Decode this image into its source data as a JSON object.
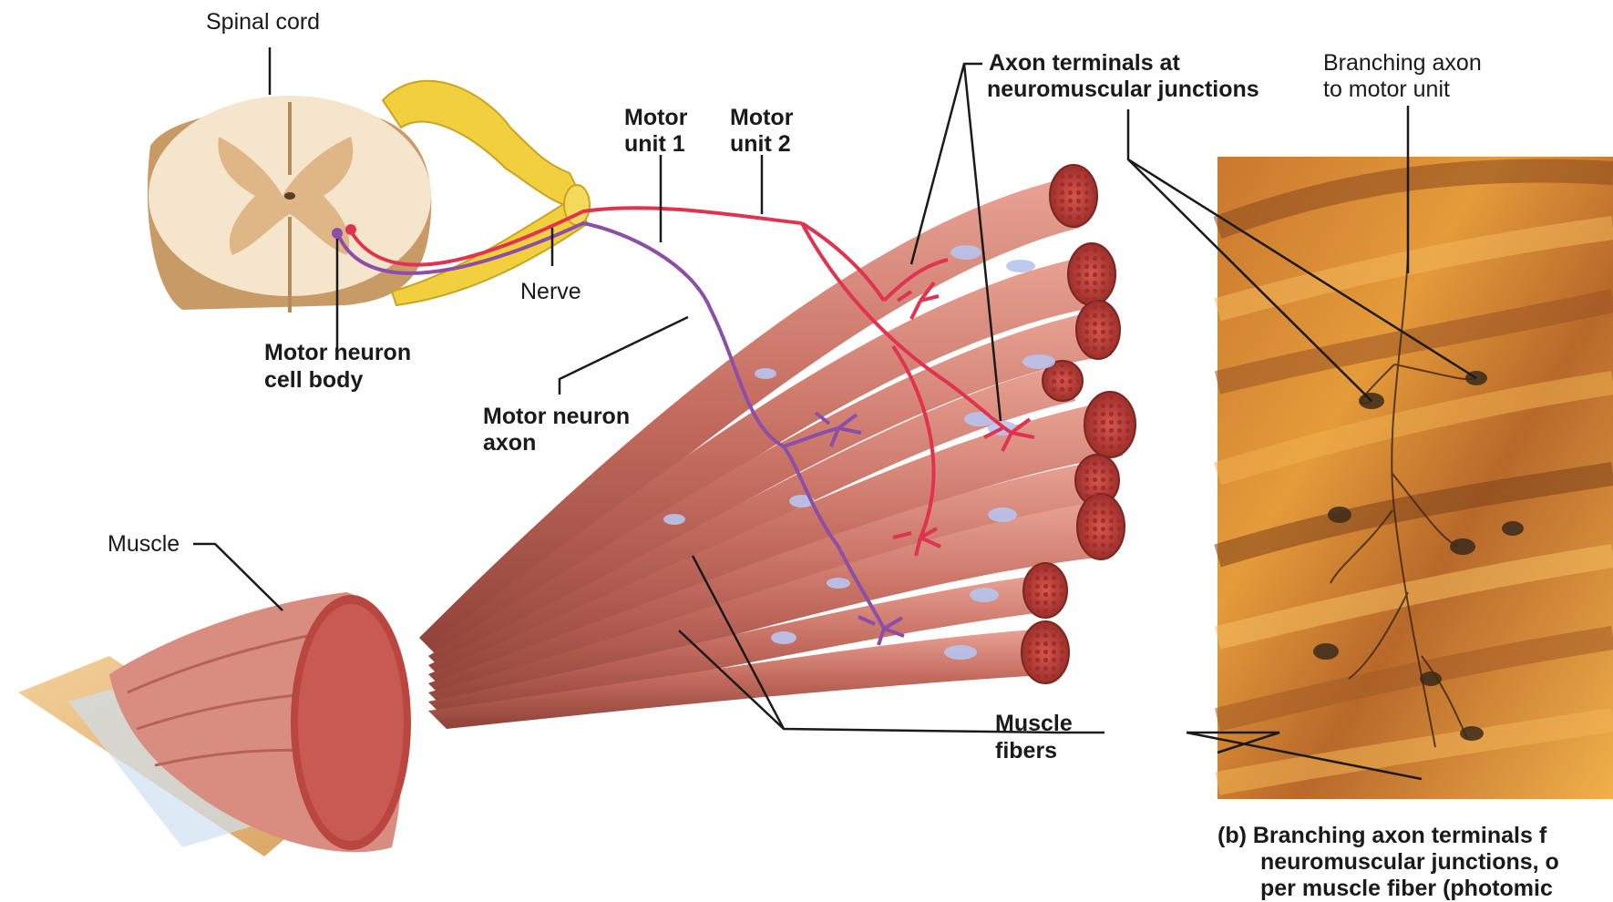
{
  "labels": {
    "spinal_cord": "Spinal cord",
    "nerve": "Nerve",
    "motor_neuron_cell_body_1": "Motor neuron",
    "motor_neuron_cell_body_2": "cell body",
    "motor_unit_1_a": "Motor",
    "motor_unit_1_b": "unit 1",
    "motor_unit_2_a": "Motor",
    "motor_unit_2_b": "unit 2",
    "axon_terminals_1": "Axon terminals at",
    "axon_terminals_2": "neuromuscular junctions",
    "branching_axon_1": "Branching axon",
    "branching_axon_2": "to motor unit",
    "motor_neuron_axon_1": "Motor neuron",
    "motor_neuron_axon_2": "axon",
    "muscle": "Muscle",
    "muscle_fibers_1": "Muscle",
    "muscle_fibers_2": "fibers"
  },
  "caption": {
    "line1": "(b) Branching axon terminals f",
    "line2": "neuromuscular junctions, o",
    "line3": "per muscle fiber (photomic"
  },
  "colors": {
    "motor_unit_1": "#8b4fa8",
    "motor_unit_2": "#e0334f",
    "nerve": "#e8c43a",
    "muscle_fiber": "#c2685c",
    "photo_base": "#d9882e"
  }
}
